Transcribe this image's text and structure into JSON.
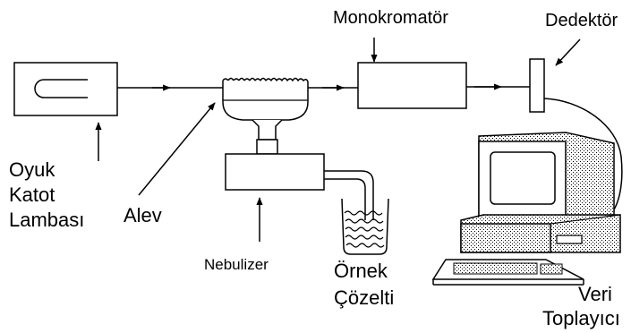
{
  "labels": {
    "monochromator": "Monokromatör",
    "detector": "Dedektör",
    "lamp": [
      "Oyuk",
      "Katot",
      "Lambası"
    ],
    "flame": "Alev",
    "nebulizer": "Nebulizer",
    "sample": [
      "Örnek",
      "Çözelti"
    ],
    "data_collector": [
      "Veri",
      "Toplayıcı"
    ]
  },
  "colors": {
    "ink": "#000000",
    "background": "#ffffff"
  }
}
